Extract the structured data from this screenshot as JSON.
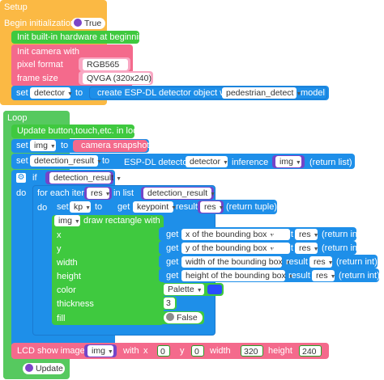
{
  "colors": {
    "setup": "#fbb944",
    "loop": "#56c95f",
    "green_block": "#3fc93f",
    "pink_block": "#f46a8c",
    "light_pink": "#f9a7c3",
    "blue_block": "#1e8fe9",
    "purple_block": "#7445c8",
    "palette_swatch": "#2a4dff"
  },
  "setup": {
    "title": "Setup",
    "begin_init_label": "Begin initialization",
    "begin_init_value": "True",
    "init_hw": "Init built-in hardware at beginning",
    "init_camera": "Init camera with",
    "pixel_format_label": "pixel format",
    "pixel_format_value": "RGB565",
    "frame_size_label": "frame size",
    "frame_size_value": "QVGA (320x240)",
    "set_label": "set",
    "var_detector": "detector",
    "to_label": "to",
    "create_label": "create ESP-DL detector object with",
    "model_value": "pedestrian_detect",
    "model_label": "model"
  },
  "loop": {
    "title": "Loop",
    "update_label": "Update button,touch,etc. in loop",
    "set1": {
      "set": "set",
      "var": "img",
      "to": "to",
      "value": "camera snapshot"
    },
    "set2": {
      "set": "set",
      "var": "detection_result",
      "to": "to",
      "label": "ESP-DL detector",
      "detector": "detector",
      "inference": "inference",
      "img": "img",
      "ret": "(return list)"
    },
    "if_label": "if",
    "if_cond": "detection_result",
    "do_label": "do",
    "for_label": "for each item",
    "for_var": "res",
    "in_list": "in list",
    "list_var": "detection_result",
    "do2_label": "do",
    "set3": {
      "set": "set",
      "var": "kp",
      "to": "to",
      "get": "get",
      "field": "keypoint",
      "result": "result",
      "res": "res",
      "ret": "(return tuple)"
    },
    "draw": {
      "img": "img",
      "label": "draw rectangle with",
      "x": "x",
      "y": "y",
      "width": "width",
      "height": "height",
      "color": "color",
      "thickness": "thickness",
      "fill": "fill",
      "thickness_value": "3",
      "palette": "Palette",
      "fill_value": "False"
    },
    "gets": [
      {
        "get": "get",
        "field": "x of the bounding box",
        "result": "result",
        "res": "res",
        "ret": "(return int)"
      },
      {
        "get": "get",
        "field": "y of the bounding box",
        "result": "result",
        "res": "res",
        "ret": "(return int)"
      },
      {
        "get": "get",
        "field": "width of the bounding box",
        "result": "result",
        "res": "res",
        "ret": "(return int)"
      },
      {
        "get": "get",
        "field": "height of the bounding box",
        "result": "result",
        "res": "res",
        "ret": "(return int)"
      }
    ],
    "lcd": {
      "label": "LCD show image",
      "img": "img",
      "with": "with",
      "x": "x",
      "x_val": "0",
      "y": "y",
      "y_val": "0",
      "width": "width",
      "width_val": "320",
      "height": "height",
      "height_val": "240"
    },
    "update_pill": "Update"
  }
}
